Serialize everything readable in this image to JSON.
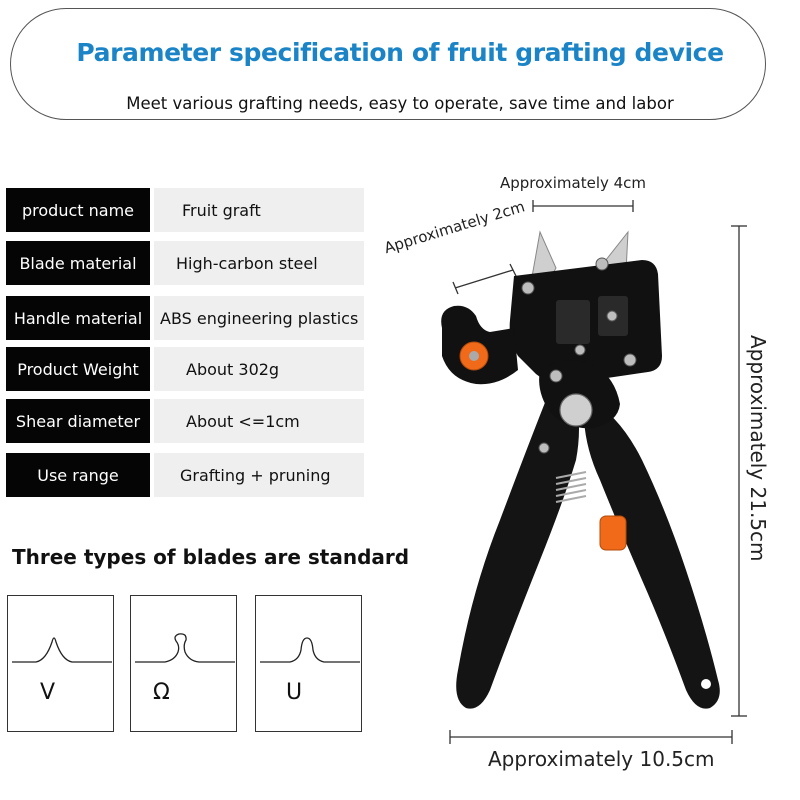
{
  "header": {
    "title": "Parameter specification of fruit grafting device",
    "subtitle": "Meet various grafting needs, easy to operate, save time and labor"
  },
  "specs": [
    {
      "label": "product name",
      "value": "Fruit graft"
    },
    {
      "label": "Blade material",
      "value": "High-carbon steel"
    },
    {
      "label": "Handle material",
      "value": "ABS engineering plastics"
    },
    {
      "label": "Product Weight",
      "value": "About 302g"
    },
    {
      "label": "Shear diameter",
      "value": "About <=1cm"
    },
    {
      "label": "Use range",
      "value": "Grafting + pruning"
    }
  ],
  "blades": {
    "title": "Three types of blades are standard",
    "types": [
      "V",
      "Ω",
      "U"
    ]
  },
  "dimensions": {
    "width_top": "Approximately 4cm",
    "blade": "Approximately 2cm",
    "length": "Approximately 21.5cm",
    "width": "Approximately 10.5cm"
  },
  "colors": {
    "title_blue": "#1a84c7",
    "label_bg": "#050505",
    "value_bg": "#efefef",
    "knob_orange": "#f06a1a"
  }
}
